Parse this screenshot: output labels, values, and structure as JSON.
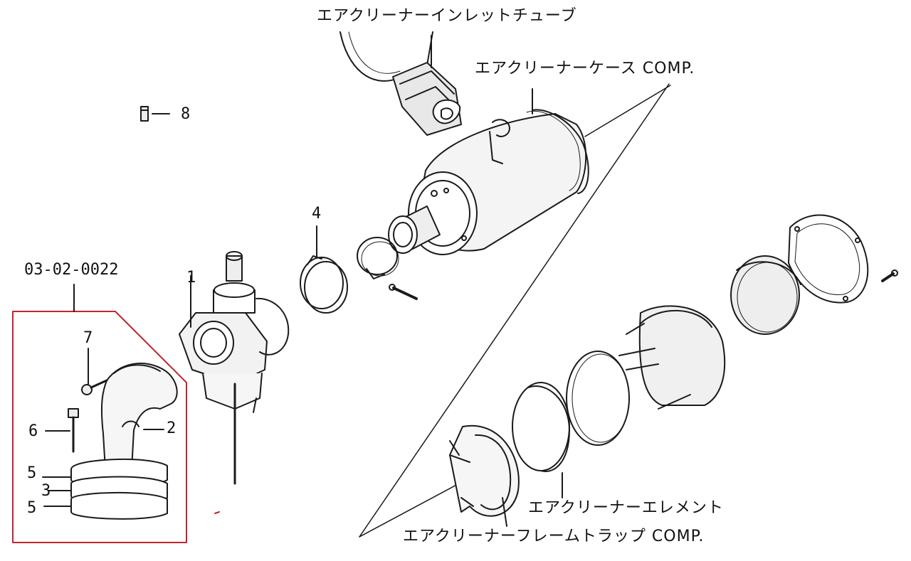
{
  "labels": {
    "inlet_tube": "エアクリーナーインレットチューブ",
    "case_comp": "エアクリーナーケース COMP.",
    "element": "エアクリーナーエレメント",
    "flame_trap": "エアクリーナーフレームトラップ COMP.",
    "kit_code": "03-02-0022"
  },
  "callouts": {
    "n1": "1",
    "n2": "2",
    "n3": "3",
    "n4": "4",
    "n5a": "5",
    "n5b": "5",
    "n6": "6",
    "n7": "7",
    "n8": "8"
  },
  "colors": {
    "line": "#1a1a1a",
    "kit_box": "#c0262d",
    "shade": "#d8d8d8"
  }
}
